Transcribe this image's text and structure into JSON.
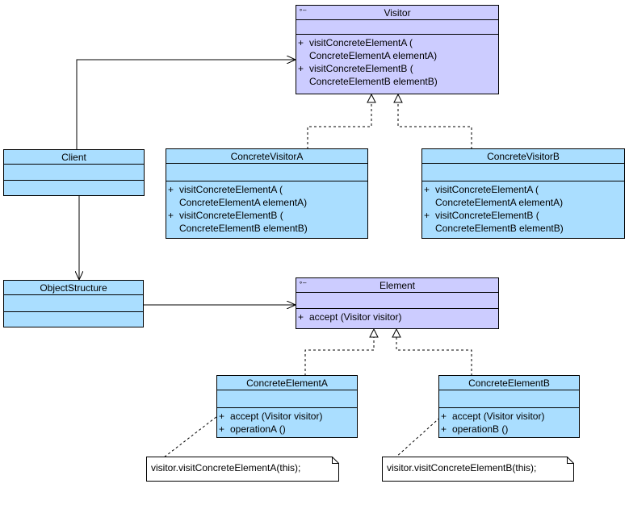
{
  "classes": {
    "visitor": {
      "name": "Visitor",
      "stereotype_icon": "interface-icon",
      "ops": [
        {
          "vis": "+",
          "line1": "visitConcreteElementA (",
          "line2": "ConcreteElementA elementA)"
        },
        {
          "vis": "+",
          "line1": "visitConcreteElementB (",
          "line2": "ConcreteElementB elementB)"
        }
      ]
    },
    "client": {
      "name": "Client"
    },
    "concrete_visitor_a": {
      "name": "ConcreteVisitorA",
      "ops": [
        {
          "vis": "+",
          "line1": "visitConcreteElementA (",
          "line2": "ConcreteElementA elementA)"
        },
        {
          "vis": "+",
          "line1": "visitConcreteElementB (",
          "line2": "ConcreteElementB elementB)"
        }
      ]
    },
    "concrete_visitor_b": {
      "name": "ConcreteVisitorB",
      "ops": [
        {
          "vis": "+",
          "line1": "visitConcreteElementA (",
          "line2": "ConcreteElementA elementA)"
        },
        {
          "vis": "+",
          "line1": "visitConcreteElementB (",
          "line2": "ConcreteElementB elementB)"
        }
      ]
    },
    "object_structure": {
      "name": "ObjectStructure"
    },
    "element": {
      "name": "Element",
      "stereotype_icon": "interface-icon",
      "ops": [
        {
          "vis": "+",
          "line1": "accept (Visitor visitor)"
        }
      ]
    },
    "concrete_element_a": {
      "name": "ConcreteElementA",
      "ops": [
        {
          "vis": "+",
          "line1": "accept (Visitor visitor)"
        },
        {
          "vis": "+",
          "line1": "operationA ()"
        }
      ]
    },
    "concrete_element_b": {
      "name": "ConcreteElementB",
      "ops": [
        {
          "vis": "+",
          "line1": "accept (Visitor visitor)"
        },
        {
          "vis": "+",
          "line1": "operationB ()"
        }
      ]
    }
  },
  "notes": {
    "note_a": "visitor.visitConcreteElementA(this);",
    "note_b": "visitor.visitConcreteElementB(this);"
  },
  "colors": {
    "interface_fill": "#ccccff",
    "class_fill": "#aadeff",
    "line": "#000000"
  }
}
